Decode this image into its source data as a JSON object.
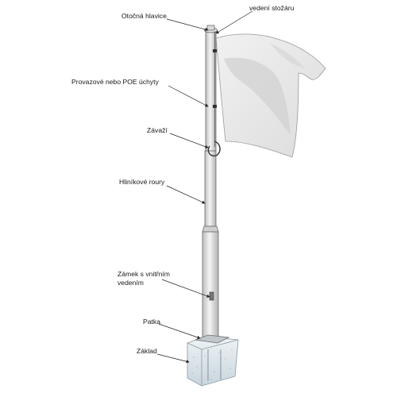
{
  "diagram": {
    "labels": {
      "swivel_head": "Otočná hlavice",
      "mast_line": "vedení stožáru",
      "rope_clips": "Provazové nebo POE úchyty",
      "weight": "Závaží",
      "aluminium_tubes": "Hliníkové roury",
      "lock_line1": "Zámek s vnitřním",
      "lock_line2": "vedením",
      "foot": "Patka",
      "foundation": "Základ"
    },
    "colors": {
      "pole": "#e6e6e6",
      "pole_outline": "#6b6b6b",
      "flag": "#ececec",
      "flag_shadow": "#cfcfcf",
      "base": "#dde6ec",
      "leader": "#222222"
    }
  }
}
